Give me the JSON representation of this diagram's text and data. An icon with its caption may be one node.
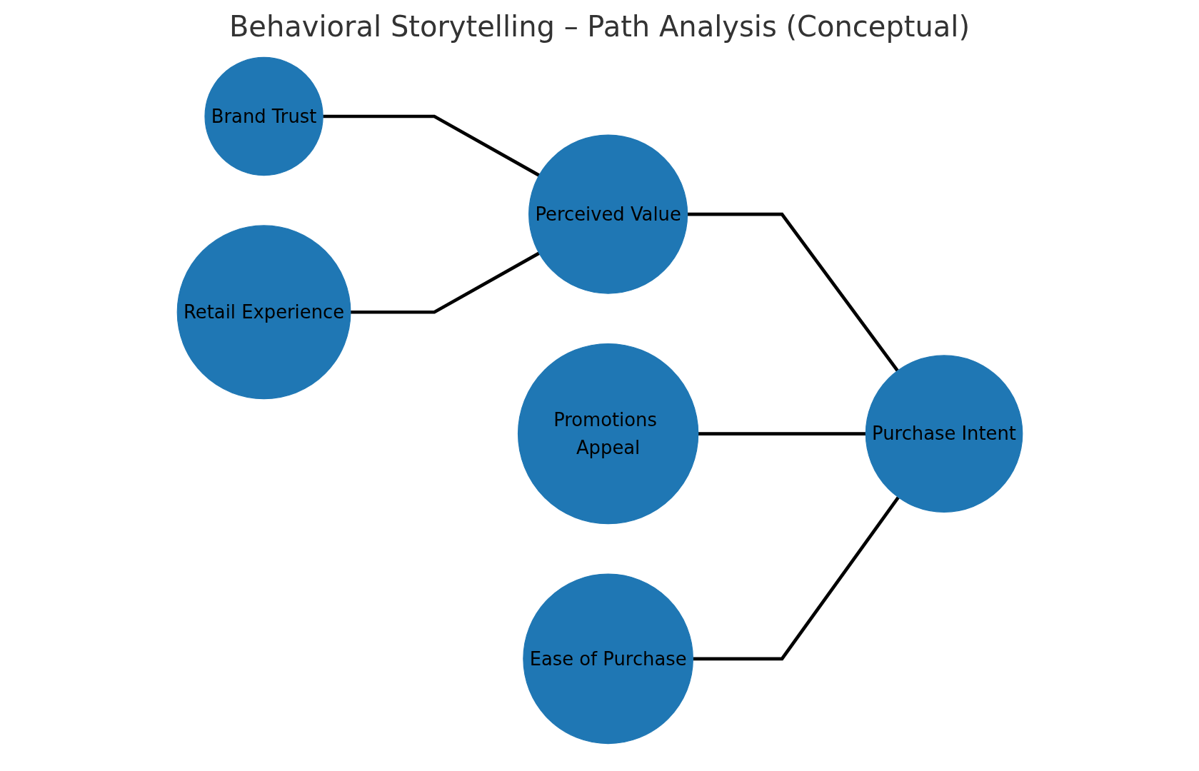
{
  "diagram": {
    "title": "Behavioral Storytelling – Path Analysis (Conceptual)",
    "nodes": [
      {
        "text": [
          "Brand Trust"
        ]
      },
      {
        "text": [
          "Perceived Value"
        ]
      },
      {
        "text": [
          "Retail Experience"
        ]
      },
      {
        "text": [
          "Purchase Intent"
        ]
      },
      {
        "text": [
          "Promotions Appeal"
        ]
      },
      {
        "text": [
          "Ease of Purchase"
        ]
      }
    ],
    "edges": [
      {
        "from": 0,
        "to": 1,
        "arrow": "none"
      },
      {
        "from": 2,
        "to": 1,
        "arrow": "none"
      },
      {
        "from": 1,
        "to": 3,
        "arrow": "none"
      },
      {
        "from": 4,
        "to": 3,
        "arrow": "none"
      },
      {
        "from": 5,
        "to": 3,
        "arrow": "none"
      }
    ]
  }
}
